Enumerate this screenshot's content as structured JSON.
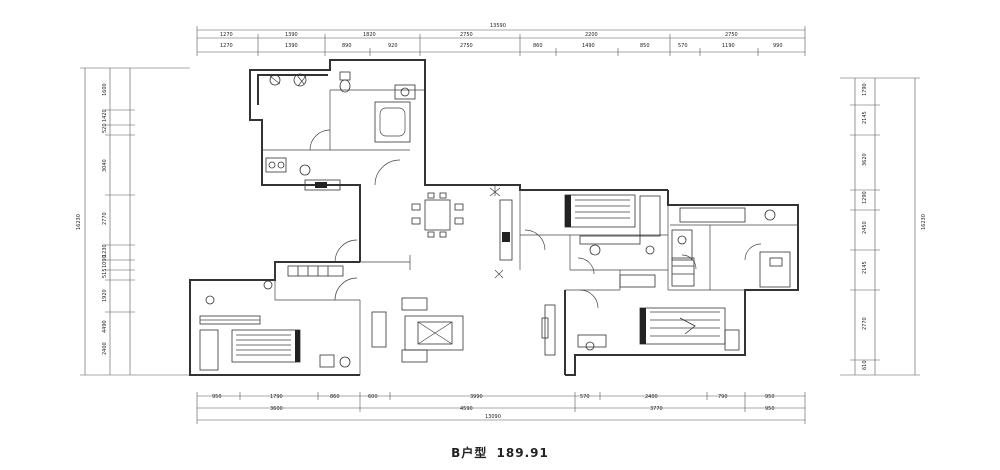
{
  "caption": {
    "type": "B户型",
    "area": "189.91"
  },
  "dims": {
    "top_overall": "13590",
    "top_row1": [
      "1270",
      "1390",
      "1820",
      "2750",
      "2200",
      "2750"
    ],
    "top_row2": [
      "1270",
      "1390",
      "890",
      "920",
      "2750",
      "860",
      "1490",
      "850",
      "570",
      "1190",
      "990"
    ],
    "bottom_row1": [
      "950",
      "1790",
      "860",
      "600",
      "3990",
      "570",
      "2400",
      "790",
      "950"
    ],
    "bottom_row2": [
      "3600",
      "4590",
      "3770",
      "950"
    ],
    "bottom_overall": "13090",
    "left_overall": "16230",
    "left_col": [
      "1600",
      "1420",
      "520",
      "3040",
      "2770",
      "1230",
      "1090",
      "515",
      "1920",
      "4490",
      "2400"
    ],
    "right_overall": "16230",
    "right_col": [
      "1790",
      "2145",
      "3620",
      "1290",
      "2450",
      "2145",
      "2770",
      "610"
    ]
  }
}
